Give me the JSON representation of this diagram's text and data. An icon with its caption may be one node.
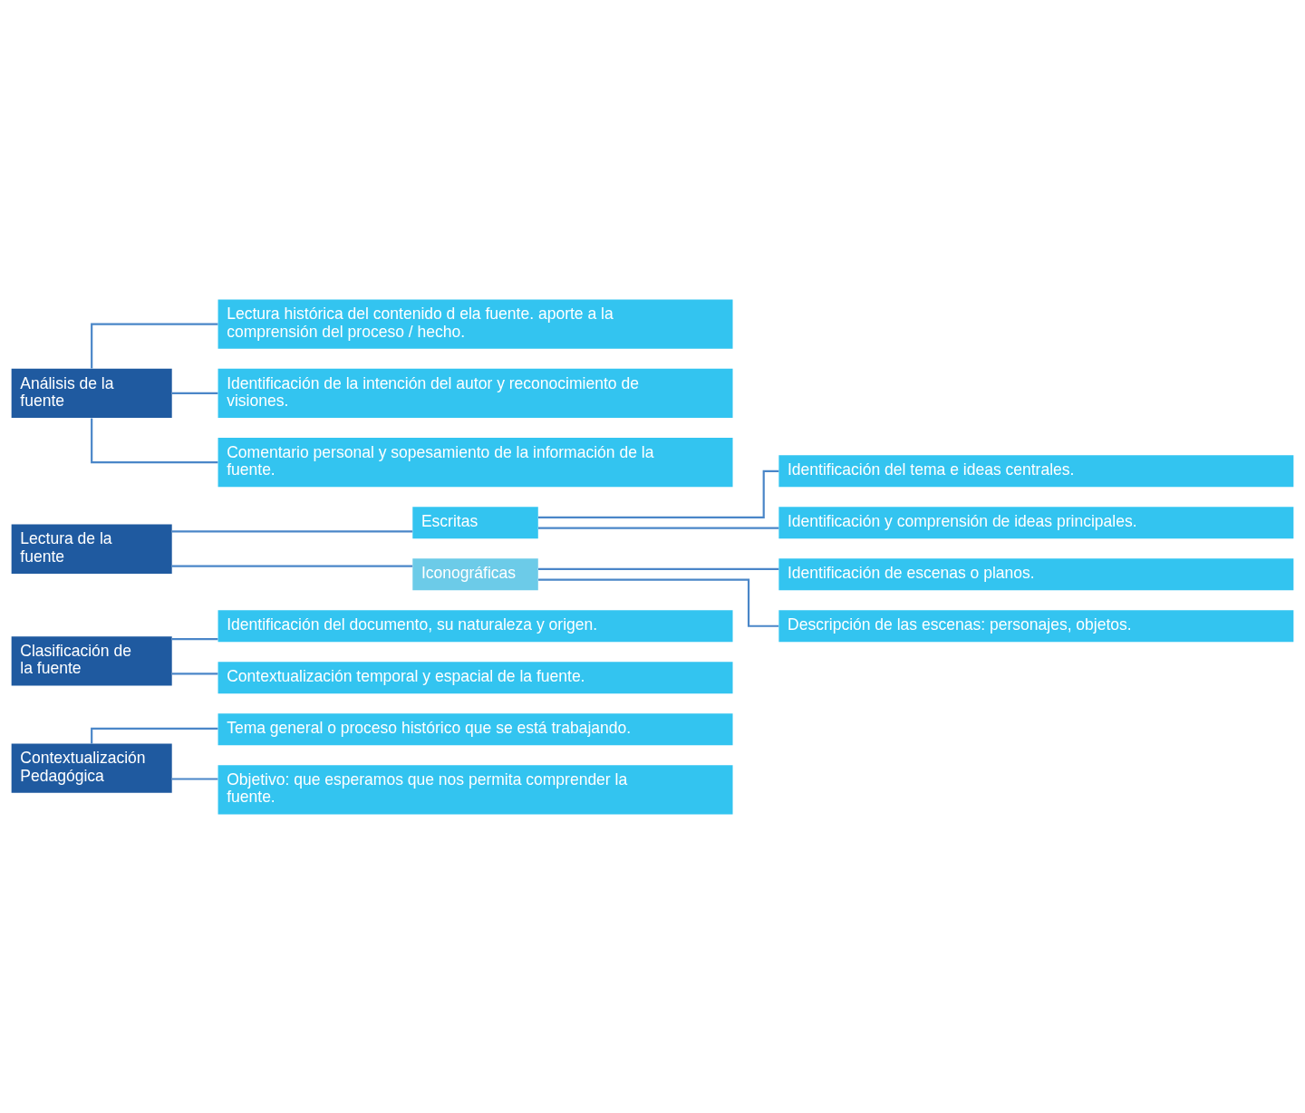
{
  "diagram": {
    "nodes": [
      {
        "text": [
          "Contextualización Pedagógica"
        ]
      },
      {
        "text": [
          "Tema general o proceso histórico que se está trabajando."
        ]
      },
      {
        "text": [
          "Objetivo: que esperamos que nos permita comprender la fuente."
        ]
      },
      {
        "text": [
          "Clasificación de la fuente"
        ]
      },
      {
        "text": [
          "Identificación del documento, su naturaleza y origen."
        ]
      },
      {
        "text": [
          "Contextualización temporal y espacial de la fuente."
        ]
      },
      {
        "text": [
          "Lectura de la fuente"
        ]
      },
      {
        "text": [
          "Escritas"
        ]
      },
      {
        "text": [
          "Identificación del tema e ideas centrales."
        ]
      },
      {
        "text": [
          "Identificación y comprensión de ideas principales."
        ]
      },
      {
        "text": [
          "Iconográficas"
        ]
      },
      {
        "text": [
          "Identificación de escenas o planos."
        ]
      },
      {
        "text": [
          "Descripción de las escenas: personajes, objetos."
        ]
      },
      {
        "text": [
          "Análisis de la fuente"
        ]
      },
      {
        "text": [
          "Lectura histórica del contenido d ela fuente. aporte a la comprensión del proceso / hecho."
        ]
      },
      {
        "text": [
          "Identificación de la intención del autor y reconocimiento de visiones."
        ]
      },
      {
        "text": [
          "Comentario personal y sopesamiento de la información de la fuente."
        ]
      }
    ],
    "edges": [
      {
        "from": 0,
        "to": 1,
        "arrow": "none"
      },
      {
        "from": 0,
        "to": 2,
        "arrow": "none"
      },
      {
        "from": 3,
        "to": 4,
        "arrow": "none"
      },
      {
        "from": 3,
        "to": 5,
        "arrow": "none"
      },
      {
        "from": 6,
        "to": 7,
        "arrow": "none"
      },
      {
        "from": 6,
        "to": 10,
        "arrow": "none"
      },
      {
        "from": 7,
        "to": 8,
        "arrow": "none"
      },
      {
        "from": 7,
        "to": 9,
        "arrow": "none"
      },
      {
        "from": 10,
        "to": 11,
        "arrow": "none"
      },
      {
        "from": 10,
        "to": 12,
        "arrow": "none"
      },
      {
        "from": 13,
        "to": 14,
        "arrow": "none"
      },
      {
        "from": 13,
        "to": 15,
        "arrow": "none"
      },
      {
        "from": 13,
        "to": 16,
        "arrow": "none"
      }
    ]
  }
}
